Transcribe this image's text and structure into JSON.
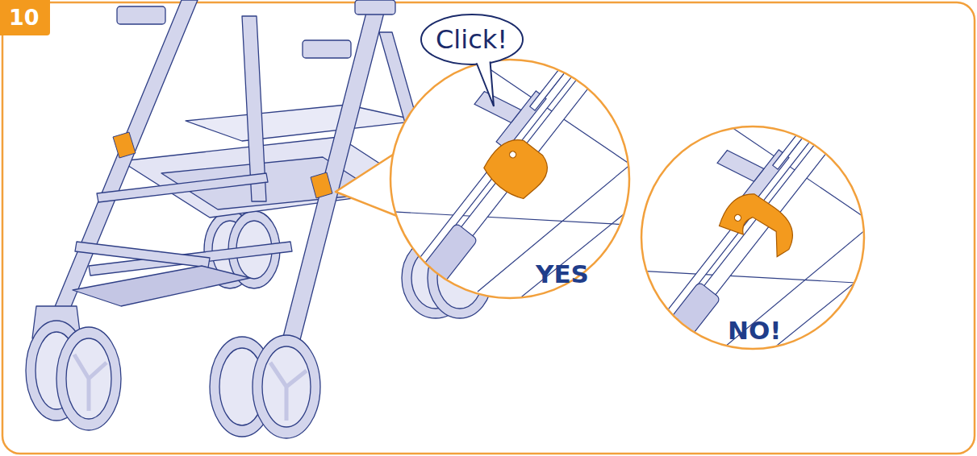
{
  "diagram": {
    "nodes": [
      {
        "text": [
          "10"
        ]
      },
      {
        "text": [
          "YES"
        ]
      },
      {
        "text": [
          "Click!"
        ],
        "in": 1
      },
      {
        "text": [
          "NO!"
        ]
      }
    ]
  }
}
